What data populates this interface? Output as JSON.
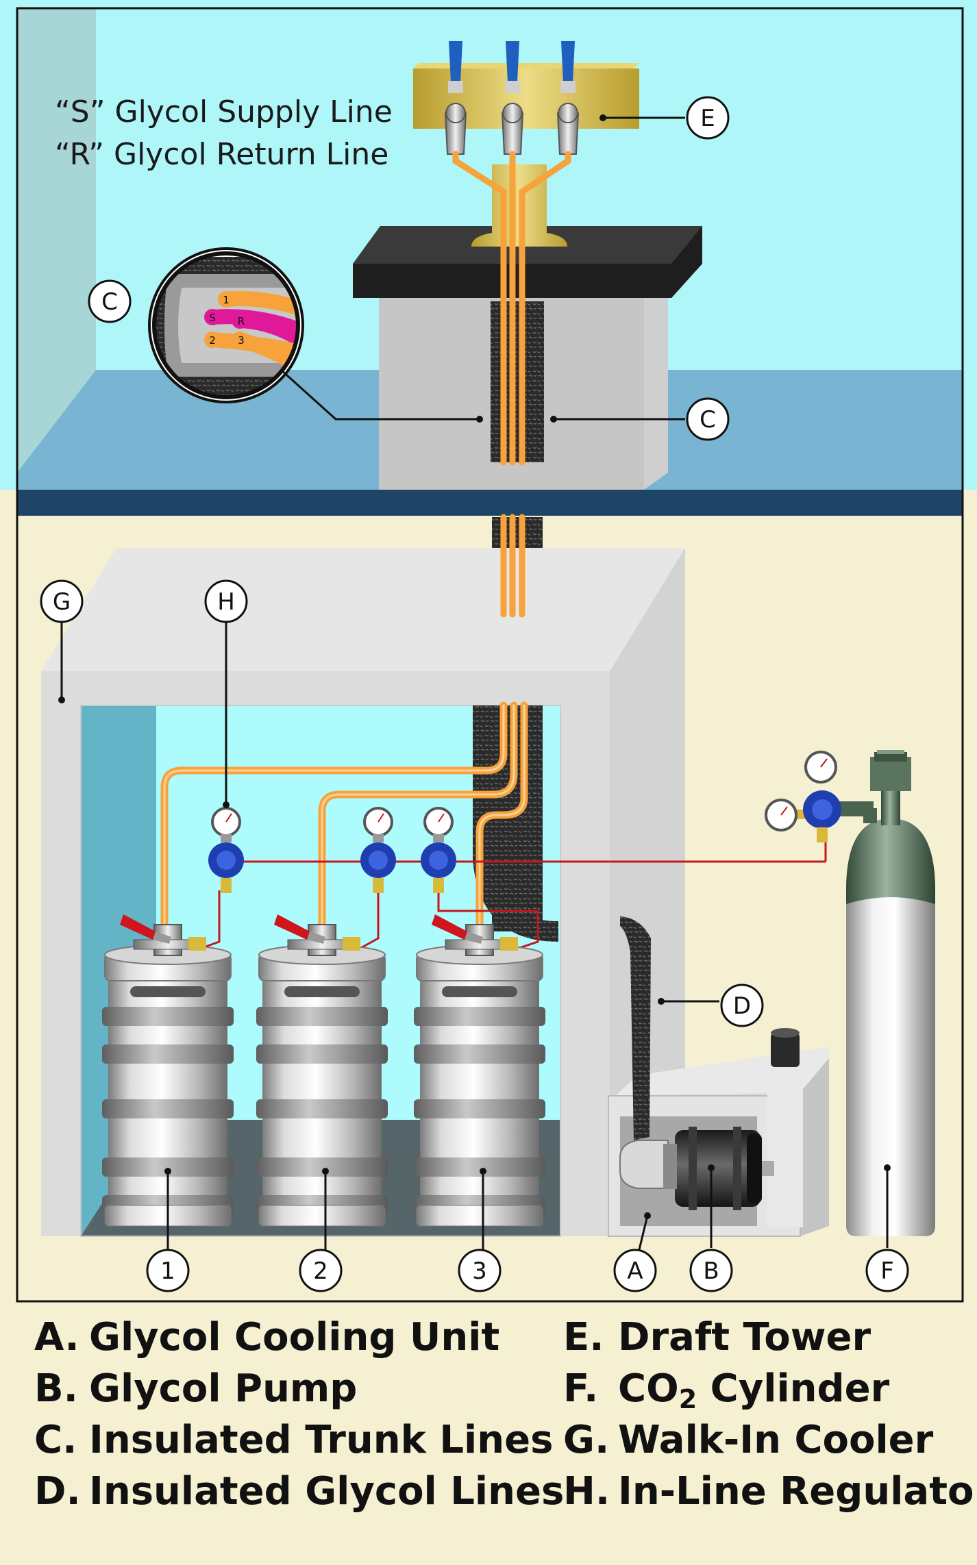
{
  "notes": {
    "supply": "“S” Glycol Supply Line",
    "return": "“R” Glycol Return Line"
  },
  "callouts": {
    "A": "A",
    "B": "B",
    "C": "C",
    "D": "D",
    "E": "E",
    "F": "F",
    "G": "G",
    "H": "H",
    "keg1": "1",
    "keg2": "2",
    "keg3": "3"
  },
  "detail": {
    "line1": "1",
    "line2": "2",
    "line3": "3",
    "supply": "S",
    "return": "R"
  },
  "legend": {
    "left": [
      {
        "key": "A.",
        "label": "Glycol Cooling Unit"
      },
      {
        "key": "B.",
        "label": "Glycol Pump"
      },
      {
        "key": "C.",
        "label": "Insulated Trunk Lines"
      },
      {
        "key": "D.",
        "label": "Insulated Glycol Lines"
      }
    ],
    "right": [
      {
        "key": "E.",
        "label": "Draft Tower"
      },
      {
        "key": "F.",
        "label_pre": "CO",
        "label_sub": "2",
        "label_post": " Cylinder"
      },
      {
        "key": "G.",
        "label": "Walk-In Cooler"
      },
      {
        "key": "H.",
        "label": "In-Line Regulator"
      }
    ]
  },
  "colors": {
    "wall_upper": "#aef6f8",
    "wall_side": "#a8d6d6",
    "counter": "#79b5d3",
    "counter_edge": "#1f4566",
    "floor_lower": "#f6f0d2",
    "cooler_frame": "#e6e6e6",
    "cooler_inside": "#aefbfe",
    "beer_line": "#f7a23b",
    "gas_line": "#c4161c",
    "regulator_blue": "#1f3fb0",
    "tap_handle": "#1f5fc0",
    "tower_brass": "#d4c05c"
  }
}
